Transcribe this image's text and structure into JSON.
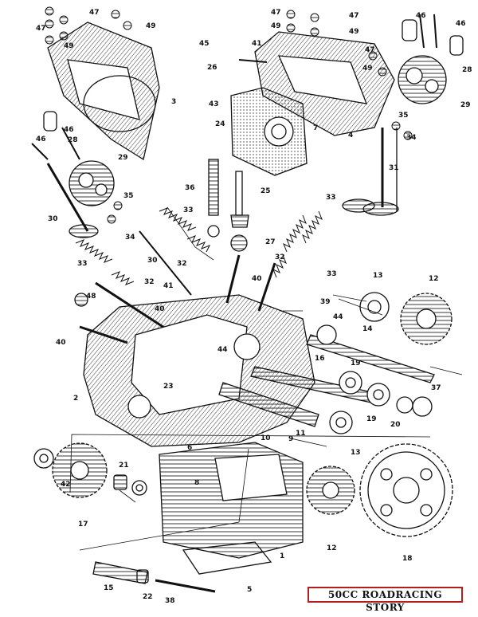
{
  "banner": {
    "text": "50CC ROADRACING STORY"
  },
  "callouts": [
    "47",
    "49",
    "47",
    "49",
    "3",
    "45",
    "26",
    "41",
    "43",
    "47",
    "49",
    "47",
    "49",
    "47",
    "49",
    "46",
    "46",
    "28",
    "29",
    "7",
    "24",
    "4",
    "35",
    "34",
    "31",
    "46",
    "28",
    "46",
    "29",
    "35",
    "34",
    "30",
    "36",
    "25",
    "33",
    "27",
    "33",
    "30",
    "32",
    "33",
    "32",
    "33",
    "32",
    "13",
    "12",
    "48",
    "41",
    "40",
    "39",
    "40",
    "44",
    "14",
    "40",
    "16",
    "19",
    "44",
    "2",
    "23",
    "37",
    "20",
    "19",
    "11",
    "10",
    "9",
    "6",
    "8",
    "21",
    "42",
    "17",
    "13",
    "12",
    "18",
    "1",
    "15",
    "22",
    "38",
    "5"
  ]
}
